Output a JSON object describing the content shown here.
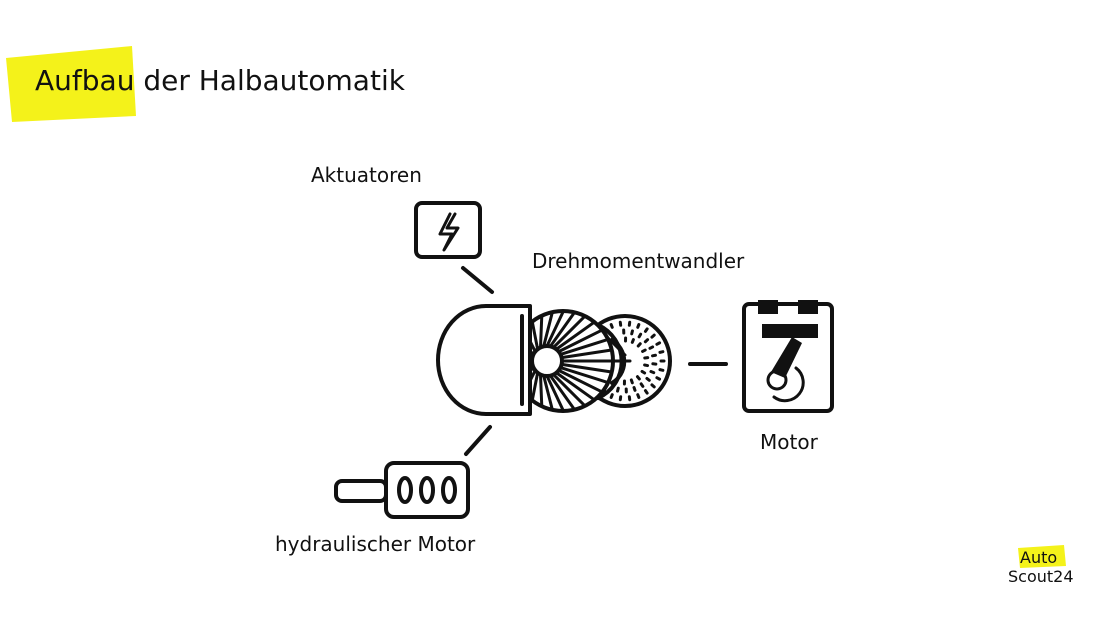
{
  "title": {
    "highlighted": "Aufbau",
    "rest": " der Halbautomatik"
  },
  "labels": {
    "actuators": "Aktuatoren",
    "torque_converter": "Drehmomentwandler",
    "engine": "Motor",
    "hydraulic_motor": "hydraulischer Motor"
  },
  "logo": {
    "line1": "Auto",
    "line2": "Scout24"
  },
  "colors": {
    "highlight": "#f4f21a",
    "ink": "#111111"
  }
}
